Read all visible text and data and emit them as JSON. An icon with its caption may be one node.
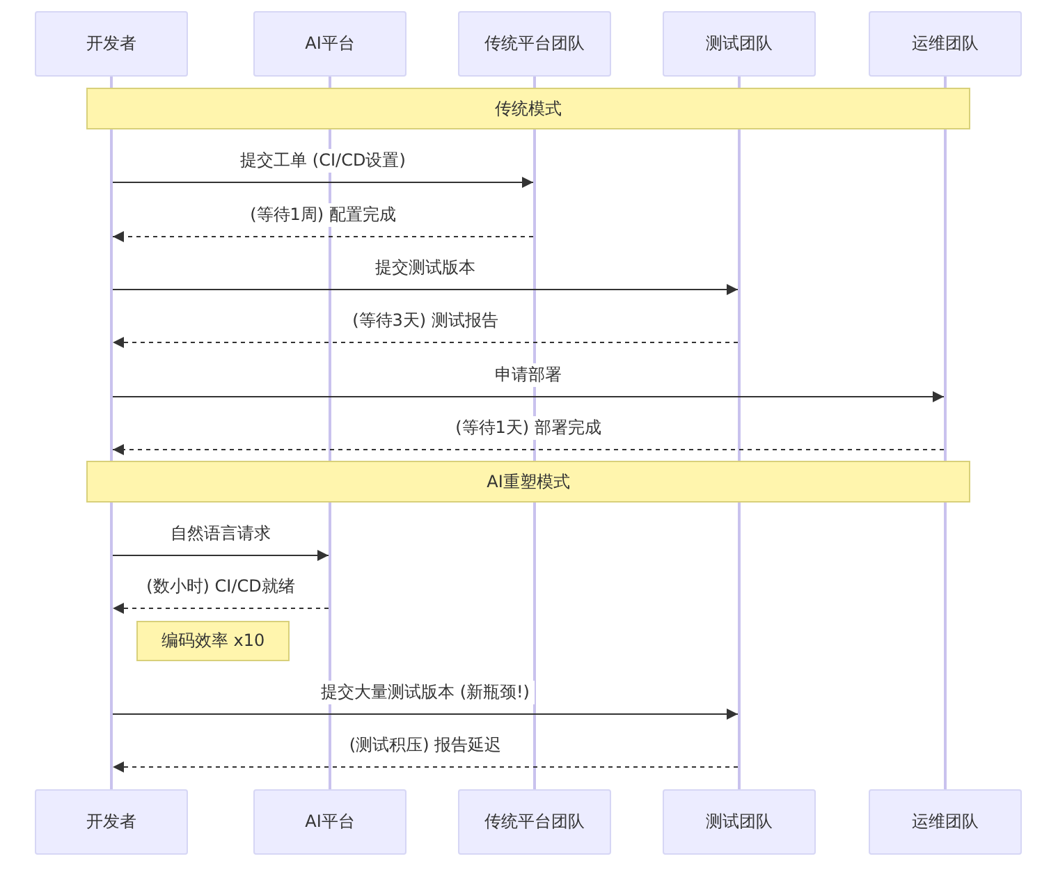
{
  "diagram": {
    "nodes": [
      {
        "text": [
          "开发者"
        ]
      },
      {
        "text": [
          "AI平台"
        ]
      },
      {
        "text": [
          "传统平台团队"
        ]
      },
      {
        "text": [
          "测试团队"
        ]
      },
      {
        "text": [
          "运维团队"
        ]
      },
      {
        "text": [
          "开发者"
        ]
      },
      {
        "text": [
          "AI平台"
        ]
      },
      {
        "text": [
          "传统平台团队"
        ]
      },
      {
        "text": [
          "测试团队"
        ]
      },
      {
        "text": [
          "运维团队"
        ]
      },
      {
        "text": [
          "传统模式"
        ]
      },
      {
        "text": [
          "AI重塑模式"
        ]
      },
      {
        "text": [
          "编码效率 x10"
        ]
      },
      {
        "text": [],
        "shape": "bar"
      },
      {
        "text": [],
        "shape": "bar"
      },
      {
        "text": [],
        "shape": "bar"
      },
      {
        "text": [],
        "shape": "bar"
      },
      {
        "text": [],
        "shape": "bar"
      }
    ],
    "edges": [
      {
        "from": 13,
        "to": 15,
        "arrow": "to",
        "label": "提交工单 (CI/CD设置)"
      },
      {
        "from": 15,
        "to": 13,
        "arrow": "to",
        "label": "(等待1周) 配置完成",
        "style": "dashed"
      },
      {
        "from": 13,
        "to": 16,
        "arrow": "to",
        "label": "提交测试版本"
      },
      {
        "from": 16,
        "to": 13,
        "arrow": "to",
        "label": "(等待3天) 测试报告",
        "style": "dashed"
      },
      {
        "from": 13,
        "to": 17,
        "arrow": "to",
        "label": "申请部署"
      },
      {
        "from": 17,
        "to": 13,
        "arrow": "to",
        "label": "(等待1天) 部署完成",
        "style": "dashed"
      },
      {
        "from": 13,
        "to": 14,
        "arrow": "to",
        "label": "自然语言请求"
      },
      {
        "from": 14,
        "to": 13,
        "arrow": "to",
        "label": "(数小时) CI/CD就绪",
        "style": "dashed"
      },
      {
        "from": 13,
        "to": 16,
        "arrow": "to",
        "label": "提交大量测试版本 (新瓶颈!)"
      },
      {
        "from": 16,
        "to": 13,
        "arrow": "to",
        "label": "(测试积压) 报告延迟",
        "style": "dashed"
      }
    ]
  }
}
